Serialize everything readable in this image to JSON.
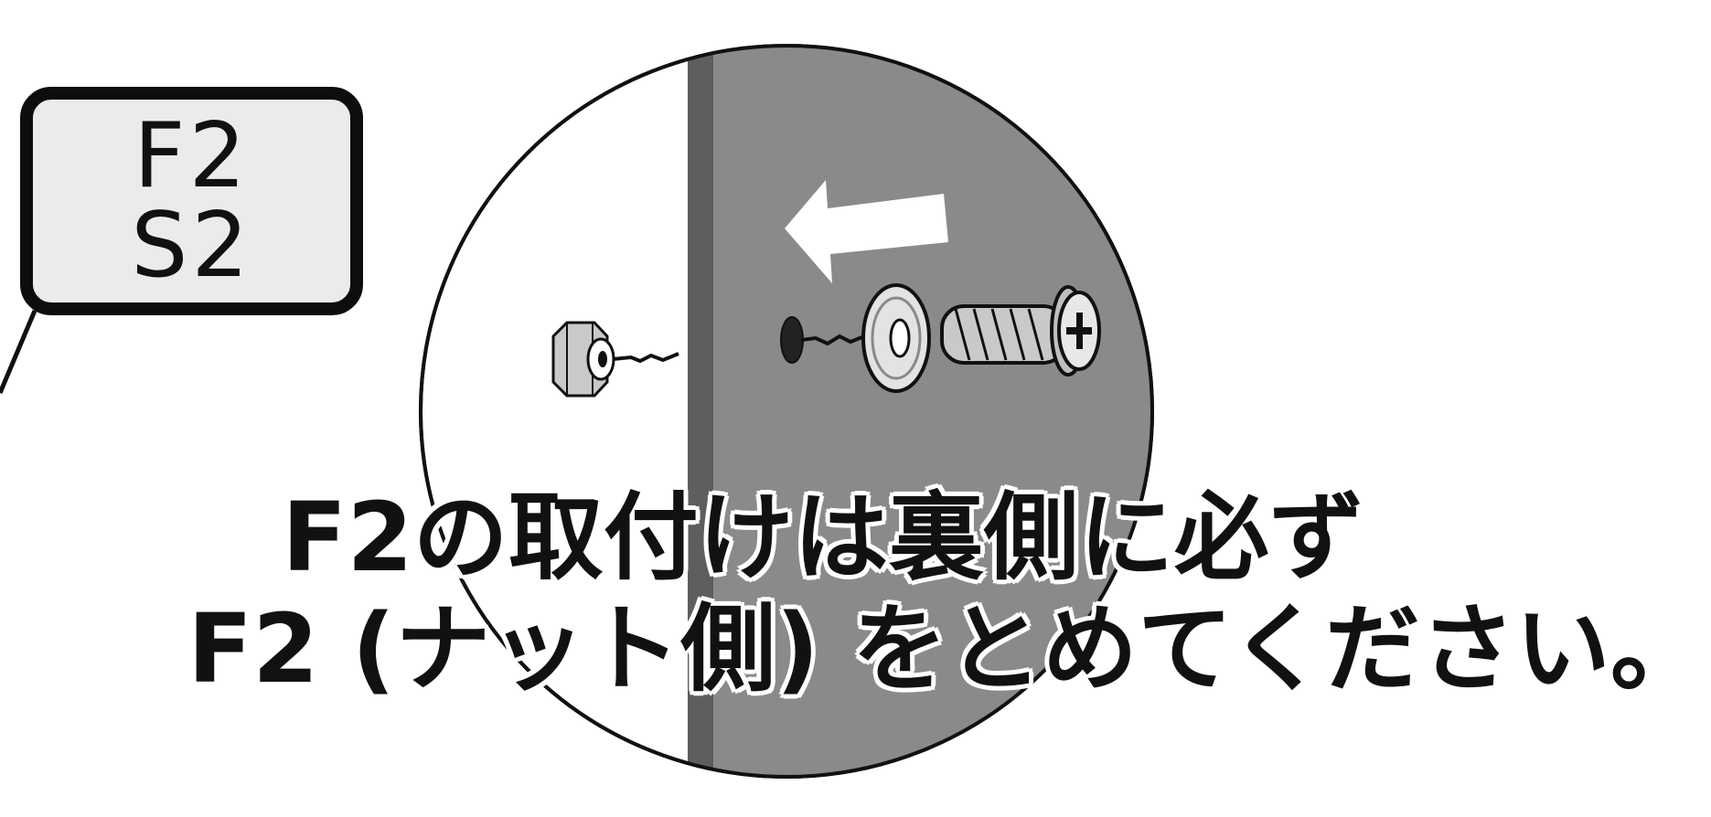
{
  "part_label": {
    "line1": "F2",
    "line2": "S2"
  },
  "instruction": {
    "line1": "F2の取付けは裏側に必ず",
    "line2": "F2 (ナット側) をとめてください。"
  },
  "colors": {
    "panel": "#8a8a8a",
    "panel_edge": "#5e5e5e",
    "label_fill": "#ebebeb",
    "outline": "#0d0d0d"
  },
  "icons": [
    "cap-nut-icon",
    "washer-icon",
    "screw-icon",
    "arrow-left-icon",
    "hole-icon"
  ]
}
